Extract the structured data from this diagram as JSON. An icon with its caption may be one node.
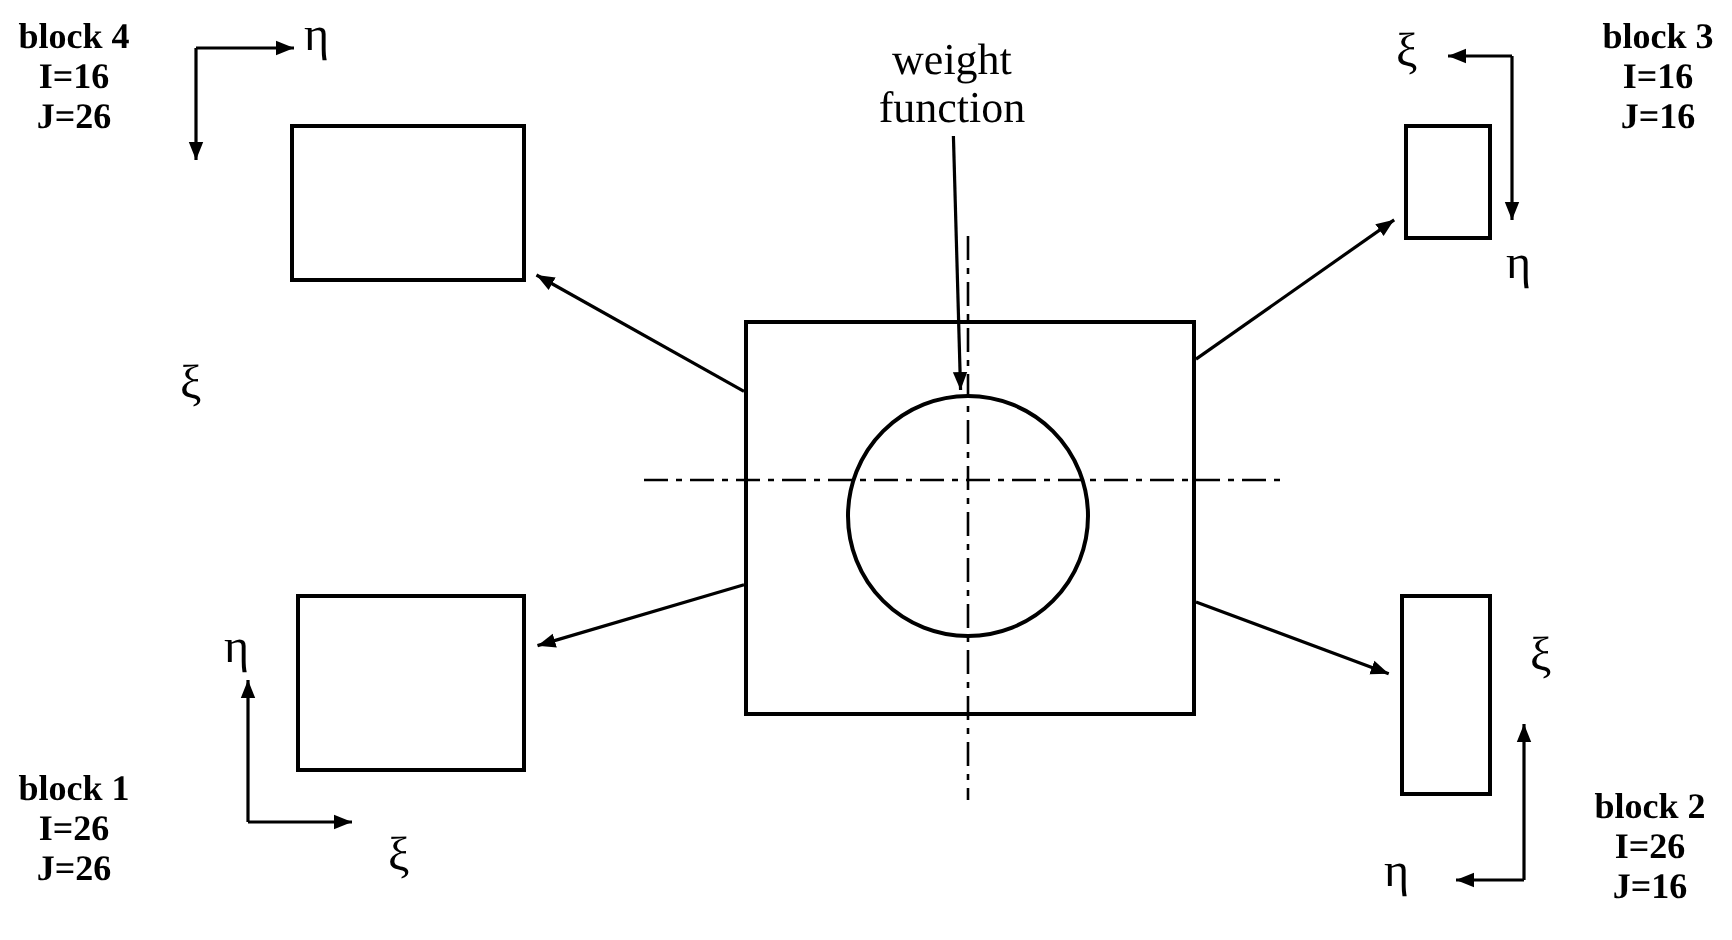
{
  "diagram": {
    "nodes": [
      {
        "text": [],
        "shape": "box"
      },
      {
        "text": [
          "weight function"
        ]
      },
      {
        "text": [],
        "shape": "box"
      },
      {
        "text": [],
        "shape": "box"
      },
      {
        "text": [],
        "shape": "circle",
        "in": 3
      },
      {
        "text": [],
        "shape": "box"
      },
      {
        "text": [],
        "shape": "box"
      }
    ],
    "edges": [
      {
        "from": 1,
        "to": 4,
        "arrow": "to"
      },
      {
        "from": 3,
        "to": 0,
        "arrow": "to"
      },
      {
        "from": 3,
        "to": 2,
        "arrow": "to"
      },
      {
        "from": 3,
        "to": 5,
        "arrow": "to"
      },
      {
        "from": 3,
        "to": 6,
        "arrow": "to"
      }
    ],
    "labels": [
      "block 4 I=16 J=26",
      "block 3 I=16 J=16",
      "η",
      "ξ",
      "η",
      "ξ",
      "η",
      "ξ",
      "block 1 I=26 J=26",
      "block 2 I=26 J=16",
      "η",
      "ξ"
    ]
  }
}
